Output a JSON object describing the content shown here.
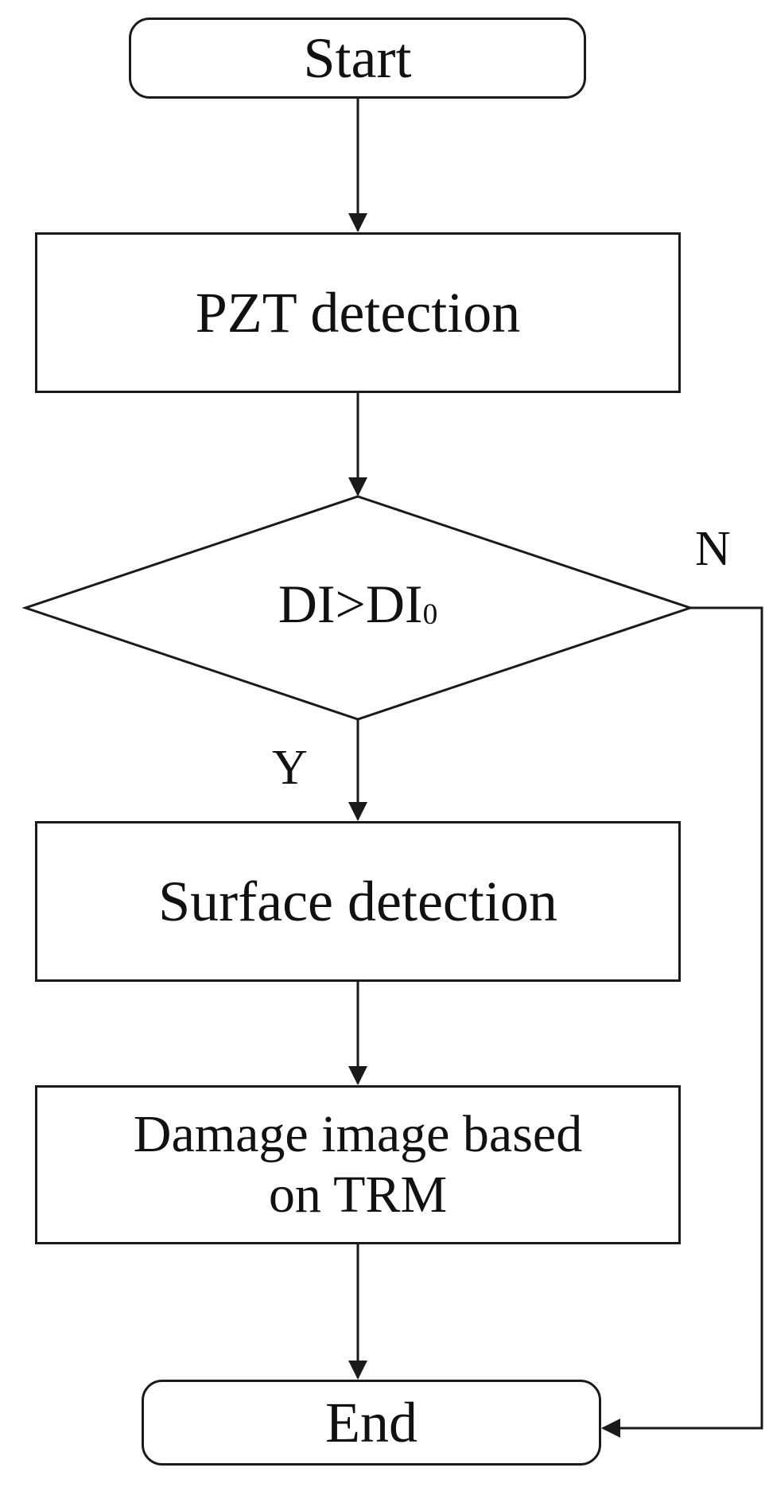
{
  "nodes": {
    "start": "Start",
    "pzt": "PZT detection",
    "decision": {
      "main": "DI>DI",
      "subscript": "0"
    },
    "surface": "Surface detection",
    "damage_line1": "Damage image based",
    "damage_line2": "on TRM",
    "end": "End"
  },
  "branches": {
    "yes": "Y",
    "no": "N"
  },
  "colors": {
    "stroke": "#1a1a1a",
    "fill": "#ffffff",
    "text": "#111111"
  }
}
